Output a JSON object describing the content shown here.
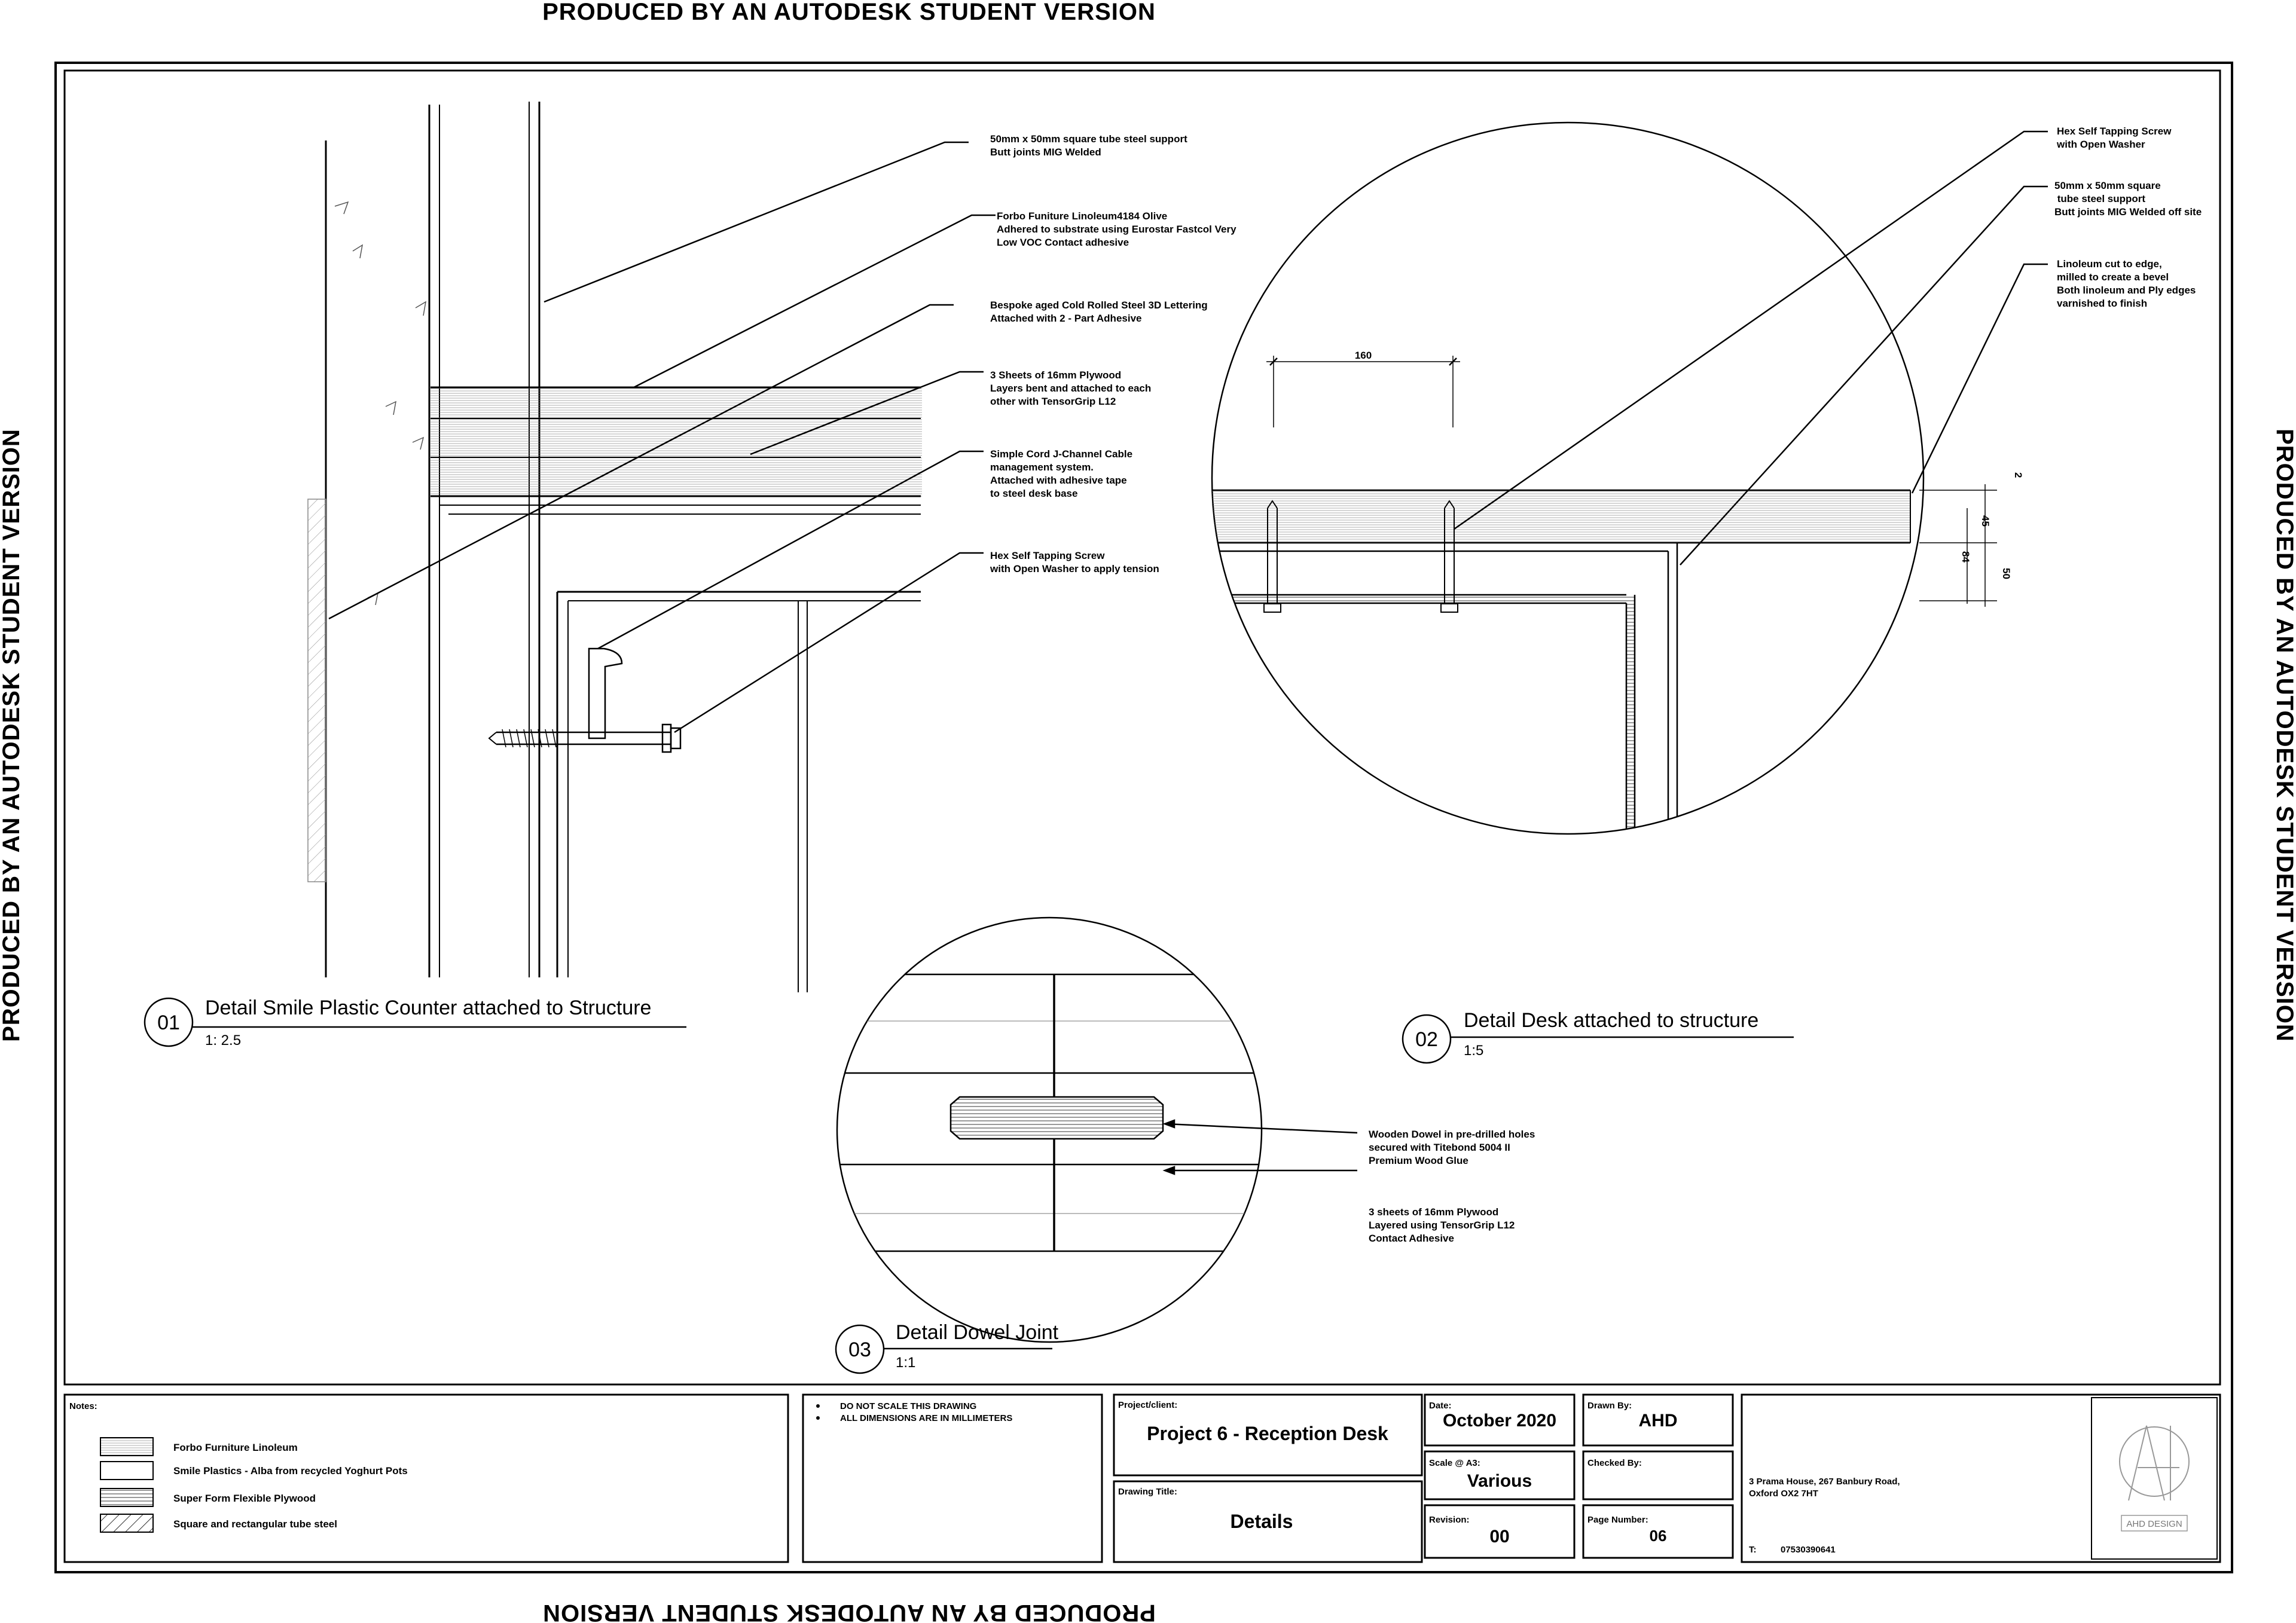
{
  "watermark": "PRODUCED BY AN AUTODESK STUDENT VERSION",
  "details": [
    {
      "number": "01",
      "title": "Detail Smile Plastic Counter attached to Structure",
      "scale": "1: 2.5",
      "annotations": [
        [
          "50mm x 50mm square tube steel support",
          "Butt joints MIG Welded"
        ],
        [
          "Forbo Funiture Linoleum4184 Olive",
          "Adhered to substrate using Eurostar Fastcol Very",
          "Low VOC Contact adhesive"
        ],
        [
          "Bespoke aged Cold Rolled Steel 3D Lettering",
          "Attached with 2 - Part Adhesive"
        ],
        [
          "3 Sheets of 16mm Plywood",
          "Layers bent and attached to each",
          "other with TensorGrip  L12"
        ],
        [
          "Simple Cord J-Channel Cable",
          "management system.",
          "Attached with adhesive tape",
          "to steel desk base"
        ],
        [
          "Hex Self Tapping Screw",
          "with Open Washer to apply tension"
        ]
      ]
    },
    {
      "number": "02",
      "title": "Detail Desk attached to structure",
      "scale": "1:5",
      "annotations": [
        [
          "Hex Self Tapping Screw",
          "with Open Washer"
        ],
        [
          "50mm x 50mm square",
          " tube steel support",
          "Butt joints MIG Welded off site"
        ],
        [
          "Linoleum cut to edge,",
          "milled to create a bevel",
          "Both linoleum and Ply edges",
          "varnished to finish"
        ]
      ],
      "dimensions": {
        "width": "160",
        "d2": "2",
        "d45": "45",
        "d84": "84",
        "d50": "50"
      }
    },
    {
      "number": "03",
      "title": "Detail Dowel Joint",
      "scale": "1:1",
      "annotations": [
        [
          "Wooden Dowel in pre-drilled holes",
          "secured with Titebond 5004 II",
          "Premium Wood Glue"
        ],
        [
          "3 sheets of 16mm Plywood",
          "Layered using TensorGrip L12",
          "Contact Adhesive"
        ]
      ]
    }
  ],
  "title_block": {
    "notes_label": "Notes:",
    "legend": [
      "Forbo Furniture Linoleum",
      "Smile Plastics - Alba from recycled Yoghurt Pots",
      "Super Form Flexible Plywood",
      "Square and rectangular tube steel"
    ],
    "general_notes": [
      "DO NOT SCALE THIS DRAWING",
      "ALL DIMENSIONS ARE IN MILLIMETERS"
    ],
    "project_label": "Project/client:",
    "project": "Project 6 - Reception Desk",
    "drawing_title_label": "Drawing Title:",
    "drawing_title": "Details",
    "date_label": "Date:",
    "date": "October 2020",
    "drawn_by_label": "Drawn By:",
    "drawn_by": "AHD",
    "scale_label": "Scale @ A3:",
    "scale": "Various",
    "checked_by_label": "Checked By:",
    "checked_by": "",
    "revision_label": "Revision:",
    "revision": "00",
    "page_label": "Page Number:",
    "page": "06",
    "address_line1": "3 Prama House, 267 Banbury Road,",
    "address_line2": "Oxford OX2 7HT",
    "phone_label": "T:",
    "phone": "07530390641",
    "logo_text": "AHD DESIGN"
  }
}
